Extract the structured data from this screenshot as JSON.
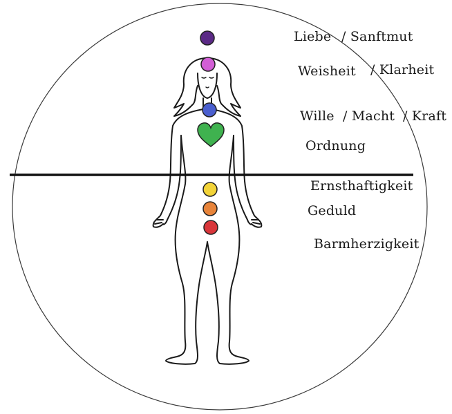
{
  "labels": {
    "liebe": "Liebe",
    "sanftmut": "/ Sanftmut",
    "weisheit": "Weisheit",
    "klarheit": "/ Klarheit",
    "wille": "Wille",
    "macht": "/ Macht",
    "kraft": "/ Kraft",
    "ordnung": "Ordnung",
    "ernsthaftigkeit": "Ernsthaftigkeit",
    "geduld": "Geduld",
    "barmherzigkeit": "Barmherzigkeit"
  },
  "colors": {
    "crown": "#5b2a86",
    "third_eye": "#d35fd6",
    "throat": "#4a5fcf",
    "heart": "#3fb24f",
    "solar_plexus": "#f2d338",
    "sacral": "#e8843a",
    "root": "#d9363a"
  },
  "icons": {
    "heart": "heart-icon",
    "figure": "human-figure-outline"
  }
}
